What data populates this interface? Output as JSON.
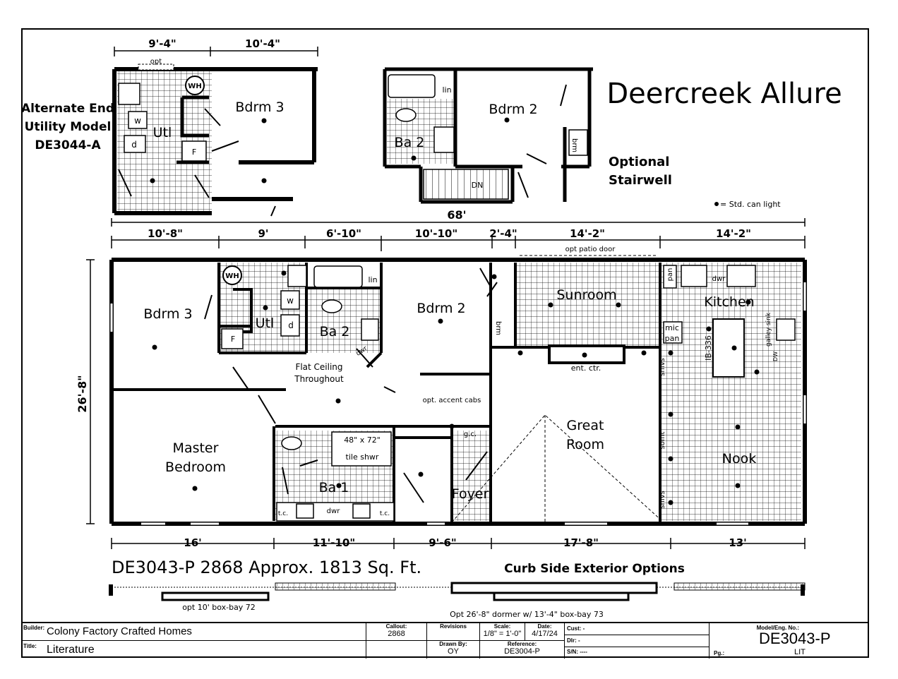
{
  "title": "Deercreek Allure",
  "alt_model": {
    "line1": "Alternate End",
    "line2": "Utility Model",
    "line3": "DE3044-A",
    "dims": [
      "9'-4\"",
      "10'-4\""
    ],
    "opt": "opt",
    "rooms": {
      "bdrm3": "Bdrm 3",
      "utl": "Utl",
      "wh": "WH",
      "w": "w",
      "d": "d",
      "f": "F"
    }
  },
  "stair_option": {
    "line1": "Optional",
    "line2": "Stairwell",
    "rooms": {
      "bdrm2": "Bdrm 2",
      "ba2": "Ba 2",
      "lin": "lin",
      "brm": "brm",
      "dn": "DN"
    }
  },
  "legend": "= Std. can light",
  "overall_width": "68'",
  "overall_depth": "26'-8\"",
  "top_dims": [
    "10'-8\"",
    "9'",
    "6'-10\"",
    "10'-10\"",
    "2'-4\"",
    "14'-2\"",
    "14'-2\""
  ],
  "bottom_dims": [
    "16'",
    "11'-10\"",
    "9'-6\"",
    "17'-8\"",
    "13'"
  ],
  "main_plan": {
    "opt_patio_door": "opt patio door",
    "rooms": {
      "bdrm3": "Bdrm 3",
      "utl": "Utl",
      "ba2": "Ba 2",
      "bdrm2": "Bdrm 2",
      "sunroom": "Sunroom",
      "kitchen": "Kitchen",
      "master1": "Master",
      "master2": "Bedroom",
      "ba1": "Ba 1",
      "foyer": "Foyer",
      "great1": "Great",
      "great2": "Room",
      "nook": "Nook"
    },
    "labels": {
      "wh": "WH",
      "lin": "lin",
      "w": "w",
      "d": "d",
      "f": "F",
      "dwr_ba2": "dwr",
      "brm": "brm",
      "pan": "pan",
      "dwr_kitchen": "dwr",
      "mic1": "mic",
      "mic2": "pan",
      "ib": "IB-336",
      "galley": "galley sink",
      "dw": "DW",
      "flat1": "Flat Ceiling",
      "flat2": "Throughout",
      "ent": "ent. ctr.",
      "shlvs1": "shlvs",
      "soffit": "soffit",
      "shlvs2": "shlvs",
      "accent": "opt. accent cabs",
      "shwr1": "48\" x 72\"",
      "shwr2": "tile shwr",
      "gc": "g.c.",
      "tc1": "t.c.",
      "dwr_ba1": "dwr",
      "tc2": "t.c."
    }
  },
  "model_caption": "DE3043-P 2868  Approx. 1813 Sq. Ft.",
  "curb_side": "Curb Side Exterior Options",
  "box_bay": "opt 10' box-bay 72",
  "dormer": "Opt 26'-8\" dormer w/ 13'-4\" box-bay 73",
  "title_block": {
    "builder_label": "Builder:",
    "builder": "Colony Factory Crafted Homes",
    "title_label": "Title:",
    "title": "Literature",
    "callout_label": "Callout:",
    "callout": "2868",
    "revisions_label": "Revisions",
    "scale_label": "Scale:",
    "scale": "1/8\" = 1'-0\"",
    "date_label": "Date:",
    "date": "4/17/24",
    "drawn_label": "Drawn By:",
    "drawn": "OY",
    "reference_label": "Reference:",
    "reference": "DE3004-P",
    "cust_label": "Cust: -",
    "dlr_label": "Dlr: -",
    "sn_label": "S/N: ----",
    "model_label": "Model/Eng. No.:",
    "model": "DE3043-P",
    "lit": "LIT",
    "pg_label": "Pg.:"
  }
}
